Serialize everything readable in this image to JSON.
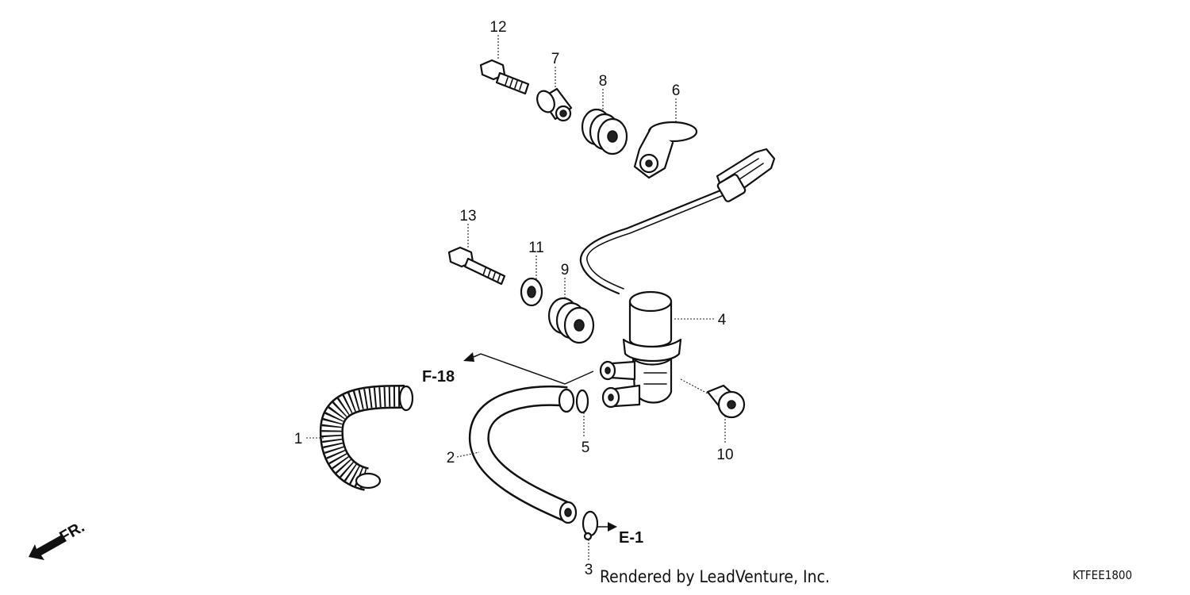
{
  "callouts": {
    "c1": "1",
    "c2": "2",
    "c3": "3",
    "c4": "4",
    "c5": "5",
    "c6": "6",
    "c7": "7",
    "c8": "8",
    "c9": "9",
    "c10": "10",
    "c11": "11",
    "c12": "12",
    "c13": "13"
  },
  "refs": {
    "f18": "F-18",
    "e1": "E-1",
    "front": "FR."
  },
  "footer": {
    "credit": "Rendered by LeadVenture, Inc.",
    "code": "KTFEE1800"
  }
}
